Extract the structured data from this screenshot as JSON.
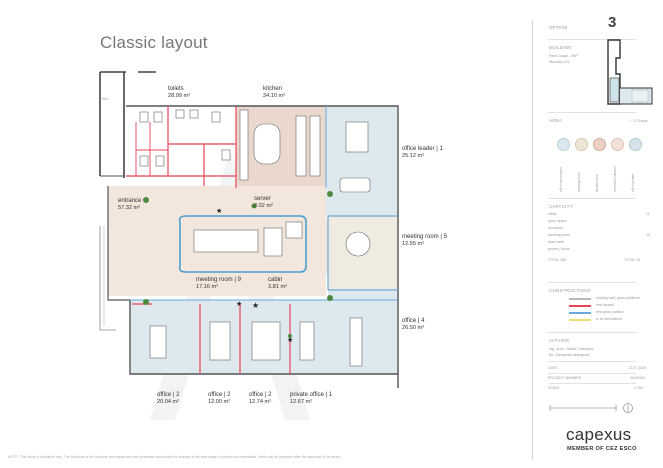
{
  "header": {
    "title": "Classic layout",
    "option_label": "OPTION",
    "option_number": "3"
  },
  "rooms": {
    "toilets": {
      "name": "toilets",
      "area": "28.99 m²"
    },
    "kitchen": {
      "name": "kitchen",
      "area": "34.10 m²"
    },
    "office_leader": {
      "name": "office leader | 1",
      "area": "25.12 m²"
    },
    "entrance": {
      "name": "entrance",
      "area": "57.32 m²"
    },
    "server": {
      "name": "server",
      "area": "3.02 m²"
    },
    "meeting_room_5": {
      "name": "meeting room | 5",
      "area": "12.55 m²"
    },
    "meeting_room_9": {
      "name": "meeting room | 9",
      "area": "17.16 m²"
    },
    "cabin": {
      "name": "cabin",
      "area": "3.81 m²"
    },
    "office_4": {
      "name": "office | 4",
      "area": "26.50 m²"
    },
    "office_2a": {
      "name": "office | 2",
      "area": "20.04 m²"
    },
    "office_2b": {
      "name": "office | 2",
      "area": "12.00 m²"
    },
    "office_2c": {
      "name": "office | 2",
      "area": "12.74 m²"
    },
    "private_office": {
      "name": "private office | 1",
      "area": "12.67 m²"
    }
  },
  "sidebar": {
    "building_label": "BUILDING",
    "building_lines": [
      "Rive Casse, 2NP",
      "Moravia 101"
    ],
    "area_label": "AREA",
    "area_total": "~ 273 sqm",
    "area_swatches": [
      {
        "label": "office open space",
        "color": "#cfe3ea"
      },
      {
        "label": "meeting room",
        "color": "#ede6d6"
      },
      {
        "label": "kitchen area",
        "color": "#ecd6cf"
      },
      {
        "label": "reception entrance",
        "color": "#f2e4dc"
      },
      {
        "label": "office private",
        "color": "#d6e4ea"
      }
    ],
    "capacity_label": "CAPACITY",
    "capacity_rows": [
      {
        "label": "office",
        "value": "11"
      },
      {
        "label": "open space",
        "value": ""
      },
      {
        "label": "reception",
        "value": ""
      },
      {
        "label": "meeting room",
        "value": "14"
      },
      {
        "label": "team area",
        "value": ""
      },
      {
        "label": "phone | focus",
        "value": ""
      }
    ],
    "capacity_total_label": "TOTAL 256",
    "capacity_total_value": "TOTAL 25",
    "constructions_label": "CONSTRUCTIONS",
    "construction_items": [
      {
        "label": "existing wall | glass partitions",
        "color": "#b8b8b8"
      },
      {
        "label": "new drywall",
        "color": "#e8445a"
      },
      {
        "label": "new glass partition",
        "color": "#6aa7d8"
      },
      {
        "label": "to be demolished",
        "color": "#e9e070"
      }
    ],
    "author_label": "AUTHOR",
    "author_lines": [
      "Ing. arch. Jakub Chalupka",
      "Bc. Alexandra Balogová"
    ],
    "meta": [
      {
        "label": "DATE",
        "value": "13.07.2024"
      },
      {
        "label": "PROJECT NUMBER",
        "value": "004/2024"
      },
      {
        "label": "SCALE",
        "value": "1:100"
      }
    ]
  },
  "brand": {
    "name": "capexus",
    "sub": "MEMBER OF CEZ ESCO"
  },
  "footer": {
    "note": "NOTE: This study is indicative only. The locations of the furniture and equipment are schematic and subject to change at the next stage of project documentation, which will be prepared after the approval of the study."
  }
}
